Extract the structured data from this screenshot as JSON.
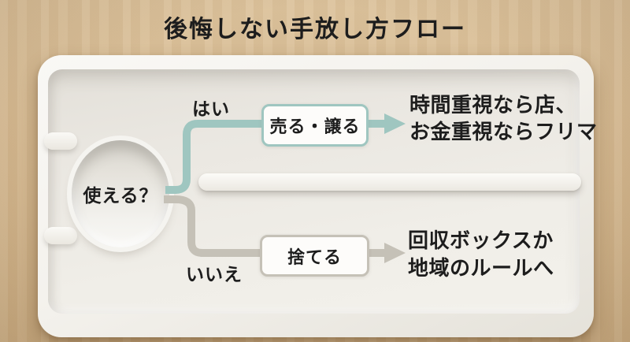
{
  "title": "後悔しない手放し方フロー",
  "colors": {
    "teal": "#9fc6c0",
    "gray": "#c5c1b7",
    "ink": "#1d1d1d",
    "wood": "#d6ba92",
    "tray": "#f3f1ec"
  },
  "flowchart": {
    "start": {
      "label": "使える？"
    },
    "branches": [
      {
        "condition": "はい",
        "action": "売る・譲る",
        "outcome_lines": [
          "時間重視なら店、",
          "お金重視ならフリマ"
        ],
        "color": "#9fc6c0"
      },
      {
        "condition": "いいえ",
        "action": "捨てる",
        "outcome_lines": [
          "回収ボックスか",
          "地域のルールへ"
        ],
        "color": "#c5c1b7"
      }
    ]
  }
}
